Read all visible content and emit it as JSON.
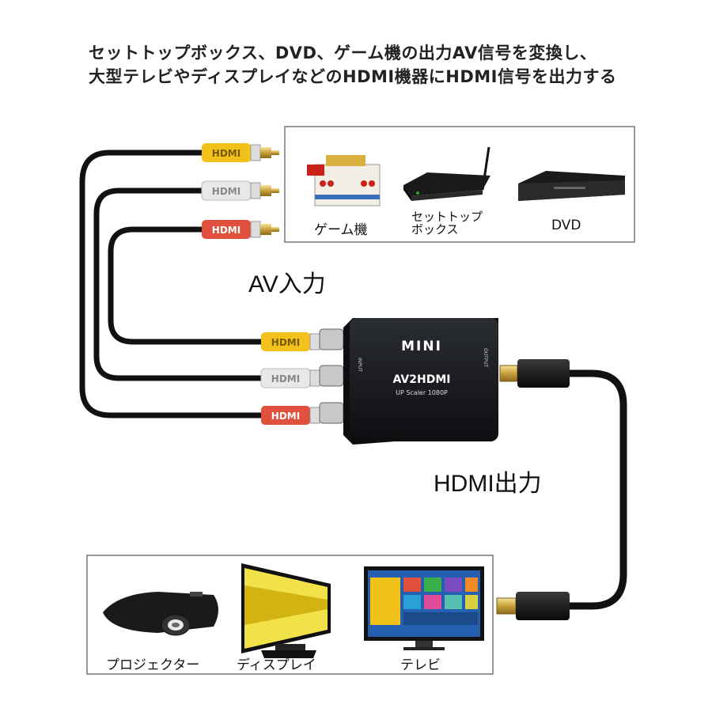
{
  "headline": {
    "line1": "セットトップボックス、DVD、ゲーム機の出力AV信号を変換し、",
    "line2": "大型テレビやディスプレイなどのHDMI機器にHDMI信号を出力する"
  },
  "labels": {
    "av_input": "AV入力",
    "hdmi_output": "HDMI出力"
  },
  "sources": {
    "game": "ゲーム機",
    "stb_line1": "セットトップ",
    "stb_line2": "ボックス",
    "dvd": "DVD"
  },
  "displays": {
    "projector": "プロジェクター",
    "display": "ディスプレイ",
    "tv": "テレビ"
  },
  "device": {
    "brand": "MINI",
    "model": "AV2HDMI",
    "subtitle": "UP Scaler 1080P",
    "input_port": "INPUT",
    "output_port": "OUTPUT"
  },
  "plug_label": "HDMI",
  "colors": {
    "rca_yellow": "#f2c21b",
    "rca_white": "#e8e8e8",
    "rca_red": "#e0503c",
    "device_body": "#16181c",
    "cable": "#111111"
  }
}
